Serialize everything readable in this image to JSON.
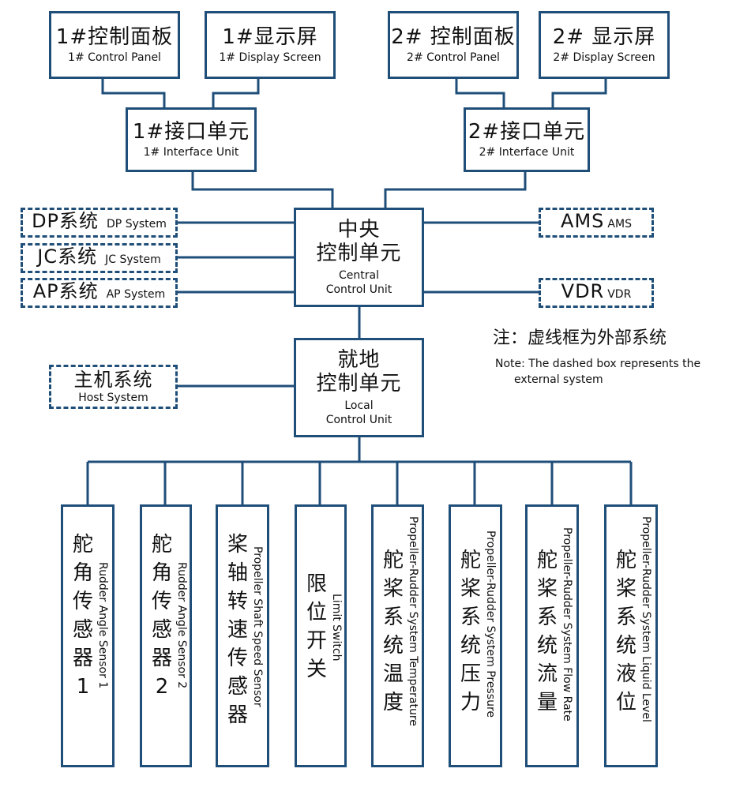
{
  "colors": {
    "border": "#1f4e79",
    "wire": "#1f4e79",
    "text": "#111111"
  },
  "panels": {
    "p1": {
      "zh": "1#控制面板",
      "en": "1# Control Panel"
    },
    "s1": {
      "zh": "1#显示屏",
      "en": "1# Display Screen"
    },
    "p2": {
      "zh": "2# 控制面板",
      "en": "2# Control Panel"
    },
    "s2": {
      "zh": "2# 显示屏",
      "en": "2# Display Screen"
    }
  },
  "interfaces": {
    "i1": {
      "zh": "1#接口单元",
      "en": "1# Interface Unit"
    },
    "i2": {
      "zh": "2#接口单元",
      "en": "2# Interface Unit"
    }
  },
  "central": {
    "zh1": "中央",
    "zh2": "控制单元",
    "en1": "Central",
    "en2": "Control Unit"
  },
  "local": {
    "zh1": "就地",
    "zh2": "控制单元",
    "en1": "Local",
    "en2": "Control Unit"
  },
  "external": {
    "dp": {
      "zh": "DP系统",
      "en": "DP System"
    },
    "jc": {
      "zh": "JC系统",
      "en": "JC System"
    },
    "ap": {
      "zh": "AP系统",
      "en": "AP System"
    },
    "ams": {
      "zh": "AMS",
      "en": "AMS"
    },
    "vdr": {
      "zh": "VDR",
      "en": "VDR"
    },
    "host": {
      "zh": "主机系统",
      "en": "Host System"
    }
  },
  "note": {
    "zh": "注：虚线框为外部系统",
    "en1": "Note: The dashed box represents the",
    "en2": "external system"
  },
  "sensors": [
    {
      "zh": "舵角传感器1",
      "en": "Rudder Angle Sensor 1"
    },
    {
      "zh": "舵角传感器2",
      "en": "Rudder Angle Sensor 2"
    },
    {
      "zh": "桨轴转速传感器",
      "en": "Propeller Shaft Speed Sensor"
    },
    {
      "zh": "限位开关",
      "en": "Limit Switch"
    },
    {
      "zh": "舵桨系统温度",
      "en": "Propeller-Rudder System Temperature"
    },
    {
      "zh": "舵桨系统压力",
      "en": "Propeller-Rudder System Pressure"
    },
    {
      "zh": "舵桨系统流量",
      "en": "Propeller-Rudder System Flow Rate"
    },
    {
      "zh": "舵桨系统液位",
      "en": "Propeller-Rudder System Liquid Level"
    }
  ]
}
